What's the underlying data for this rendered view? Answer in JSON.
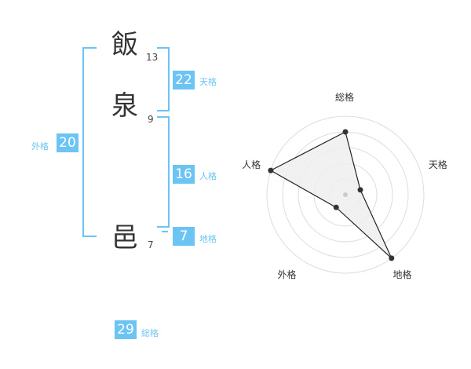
{
  "name_chars": [
    {
      "char": "飯",
      "strokes": "13"
    },
    {
      "char": "泉",
      "strokes": "9"
    },
    {
      "char": "邑",
      "strokes": "7"
    }
  ],
  "kakusu": {
    "tenkaku": {
      "value": "22",
      "label": "天格"
    },
    "jinkaku": {
      "value": "16",
      "label": "人格"
    },
    "chikaku": {
      "value": "7",
      "label": "地格"
    },
    "gaikaku": {
      "value": "20",
      "label": "外格"
    },
    "soukaku": {
      "value": "29",
      "label": "総格"
    }
  },
  "colors": {
    "accent": "#6cc4f5",
    "text": "#333333",
    "grid": "#dddddd"
  },
  "chart_data": {
    "type": "radar",
    "axes": [
      "総格",
      "天格",
      "地格",
      "外格",
      "人格"
    ],
    "values": [
      4,
      1,
      5,
      1,
      5
    ],
    "range": [
      0,
      5
    ],
    "rings": 5
  }
}
